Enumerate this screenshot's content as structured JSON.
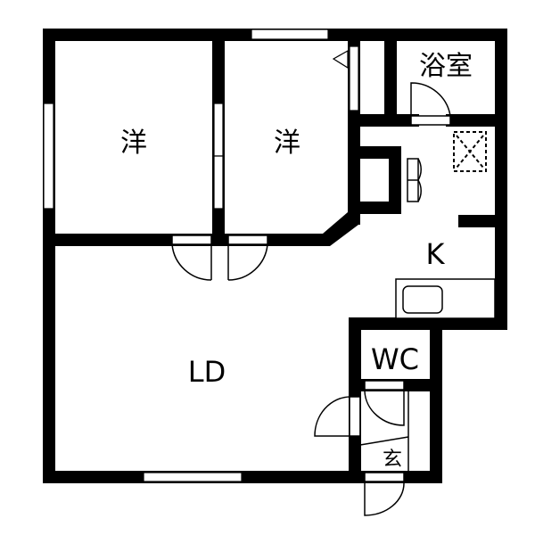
{
  "plan": {
    "type": "floor-plan",
    "layout": "2LDK",
    "colors": {
      "wall": "#000000",
      "background": "#ffffff",
      "line": "#000000"
    },
    "rooms": [
      {
        "id": "western-room-1",
        "label": "洋"
      },
      {
        "id": "western-room-2",
        "label": "洋"
      },
      {
        "id": "bathroom",
        "label": "浴室"
      },
      {
        "id": "kitchen",
        "label": "K"
      },
      {
        "id": "living-dining",
        "label": "LD"
      },
      {
        "id": "toilet",
        "label": "WC"
      },
      {
        "id": "entrance",
        "label": "玄"
      }
    ],
    "fixtures": [
      {
        "id": "kitchen-sink",
        "name": "sink"
      },
      {
        "id": "washer-space",
        "name": "laundry pan"
      }
    ]
  }
}
